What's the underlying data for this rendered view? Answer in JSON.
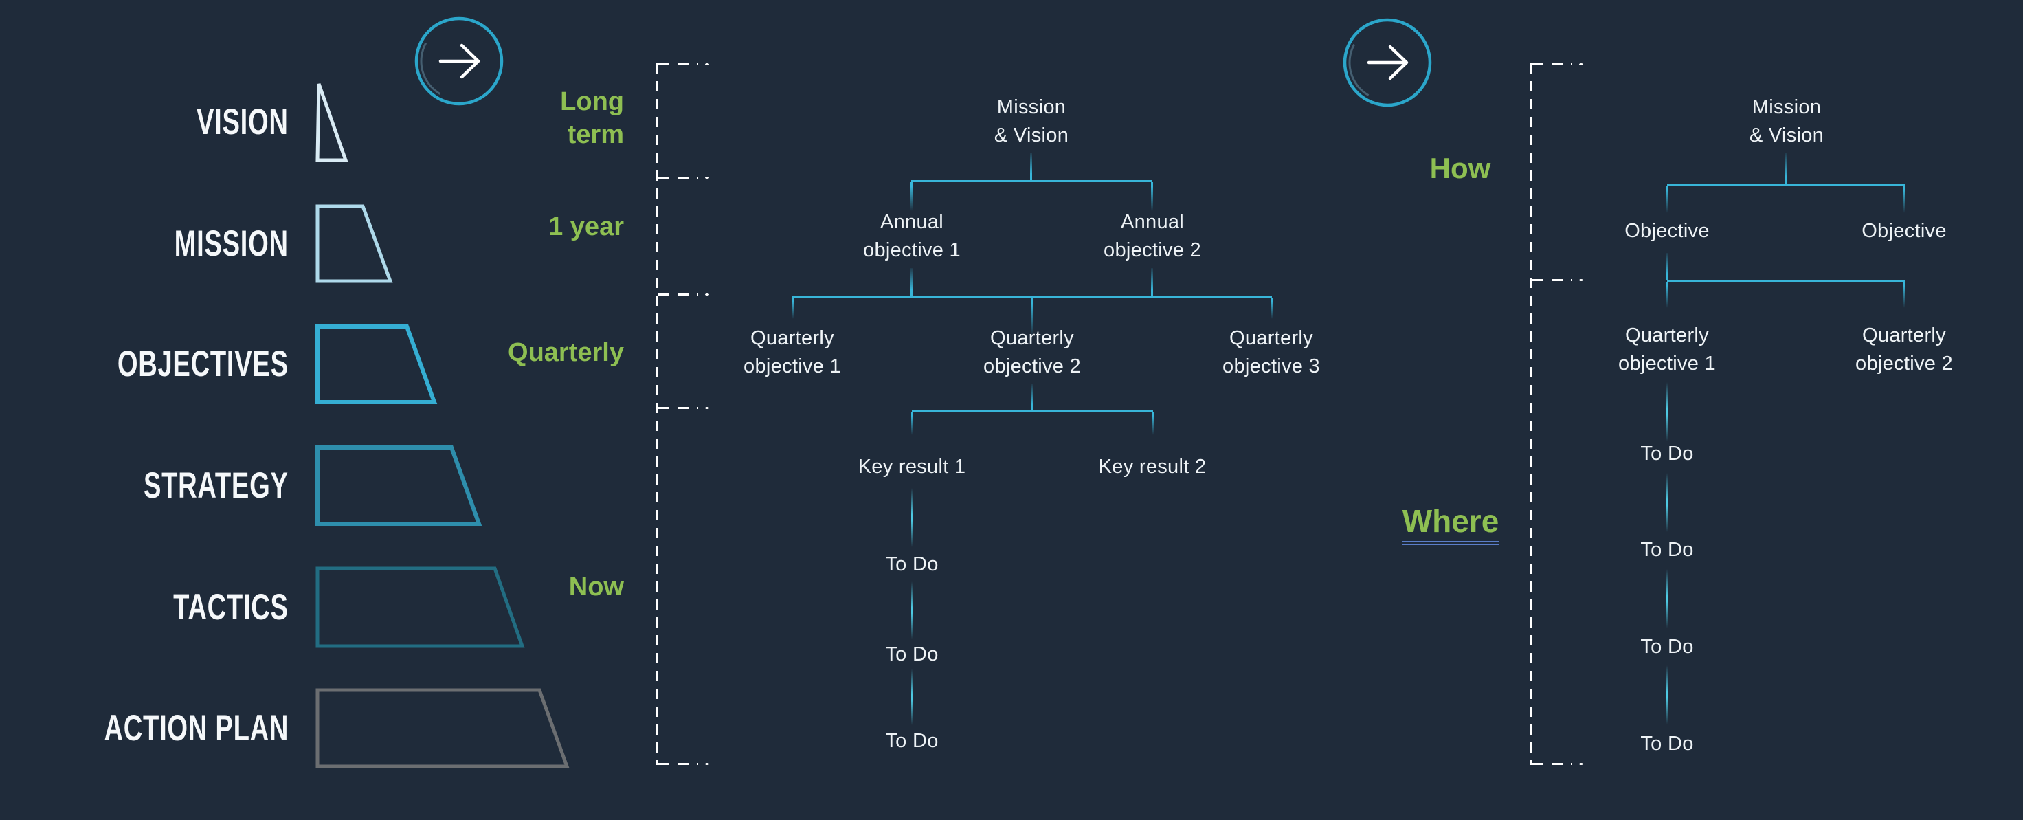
{
  "title": "Strategy pyramid and OKR breakdown diagram",
  "colors": {
    "background": "#1f2b3a",
    "connector": "#38b5d8",
    "bracket": "#ffffff",
    "green": "#8ebf52",
    "text": "#eef3f6",
    "circle_ring": "#2ba6ca",
    "arrow": "#ffffff",
    "where_underline": "#5b7ec9"
  },
  "pyramid": {
    "levels": [
      {
        "label": "VISION",
        "color": "#d9ebf4"
      },
      {
        "label": "MISSION",
        "color": "#aed9ea"
      },
      {
        "label": "OBJECTIVES",
        "color": "#35aed3"
      },
      {
        "label": "STRATEGY",
        "color": "#2e8eac"
      },
      {
        "label": "TACTICS",
        "color": "#226d82"
      },
      {
        "label": "ACTION PLAN",
        "color": "#6b6e71"
      }
    ]
  },
  "timeline": {
    "long_term": "Long\nterm",
    "one_year": "1 year",
    "quarterly": "Quarterly",
    "now": "Now"
  },
  "center_tree": {
    "root": "Mission\n& Vision",
    "annual_1": "Annual\nobjective 1",
    "annual_2": "Annual\nobjective 2",
    "quarterly_1": "Quarterly\nobjective 1",
    "quarterly_2": "Quarterly\nobjective 2",
    "quarterly_3": "Quarterly\nobjective 3",
    "key_result_1": "Key result 1",
    "key_result_2": "Key result 2",
    "todos": [
      "To Do",
      "To Do",
      "To Do"
    ]
  },
  "right_tree": {
    "root": "Mission\n& Vision",
    "objective_1": "Objective",
    "objective_2": "Objective",
    "quarterly_1": "Quarterly\nobjective 1",
    "quarterly_2": "Quarterly\nobjective 2",
    "todos": [
      "To Do",
      "To Do",
      "To Do",
      "To Do"
    ]
  },
  "labels": {
    "how": "How",
    "where": "Where"
  },
  "icons": {
    "circle_arrow": "arrow-right-circle"
  }
}
